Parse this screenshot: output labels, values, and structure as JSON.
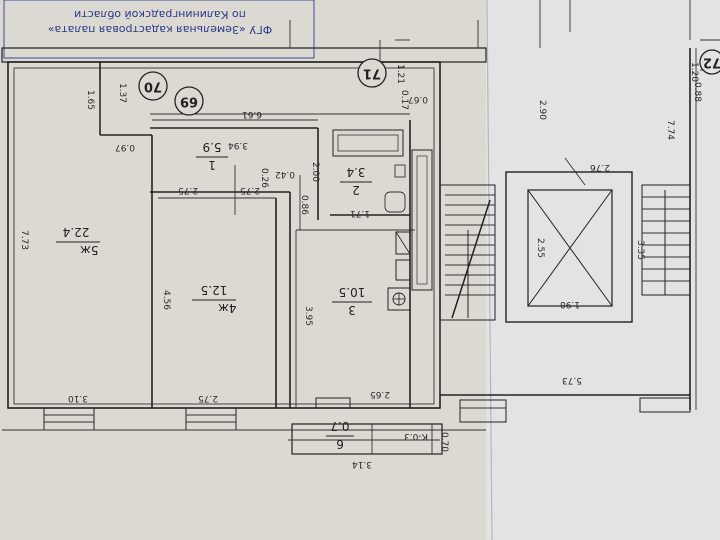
{
  "header": {
    "line1": "ФГУ «Земельная кадастровая палата»",
    "line2": "по Калининградской области"
  },
  "circles": [
    "70",
    "69",
    "71",
    "72"
  ],
  "rooms": [
    {
      "id": "5",
      "suffix": "ж",
      "area": "22.4"
    },
    {
      "id": "4",
      "suffix": "ж",
      "area": "12.5"
    },
    {
      "id": "3",
      "suffix": "",
      "area": "10.5"
    },
    {
      "id": "1",
      "suffix": "",
      "area": "5.9"
    },
    {
      "id": "2",
      "suffix": "",
      "area": "3.4"
    },
    {
      "id": "6",
      "suffix": "",
      "area": "0.7"
    }
  ],
  "dims": {
    "d165": "1.65",
    "d137": "1.37",
    "d097": "0.97",
    "d661": "6.61",
    "d121": "1.21",
    "d067": "0.67",
    "d017": "0.17",
    "d773": "7.73",
    "d394": "3.94",
    "d275a": "2.75",
    "d275b": "2.75",
    "d026": "0.26",
    "d042": "0.42",
    "d200": "2.00",
    "d171": "1.71",
    "d086": "0.86",
    "d456": "4.56",
    "d395": "3.95",
    "d310": "3.10",
    "d275c": "2.75",
    "d265": "2.65",
    "d314": "3.14",
    "d070": "0.70",
    "k03": "К-0.3",
    "d290": "2.90",
    "d276": "2.76",
    "d255": "2.55",
    "d198": "1.98",
    "d335": "3.35",
    "d573": "5.73",
    "d774": "7.74",
    "d120": "1.20",
    "d088": "0.88"
  }
}
